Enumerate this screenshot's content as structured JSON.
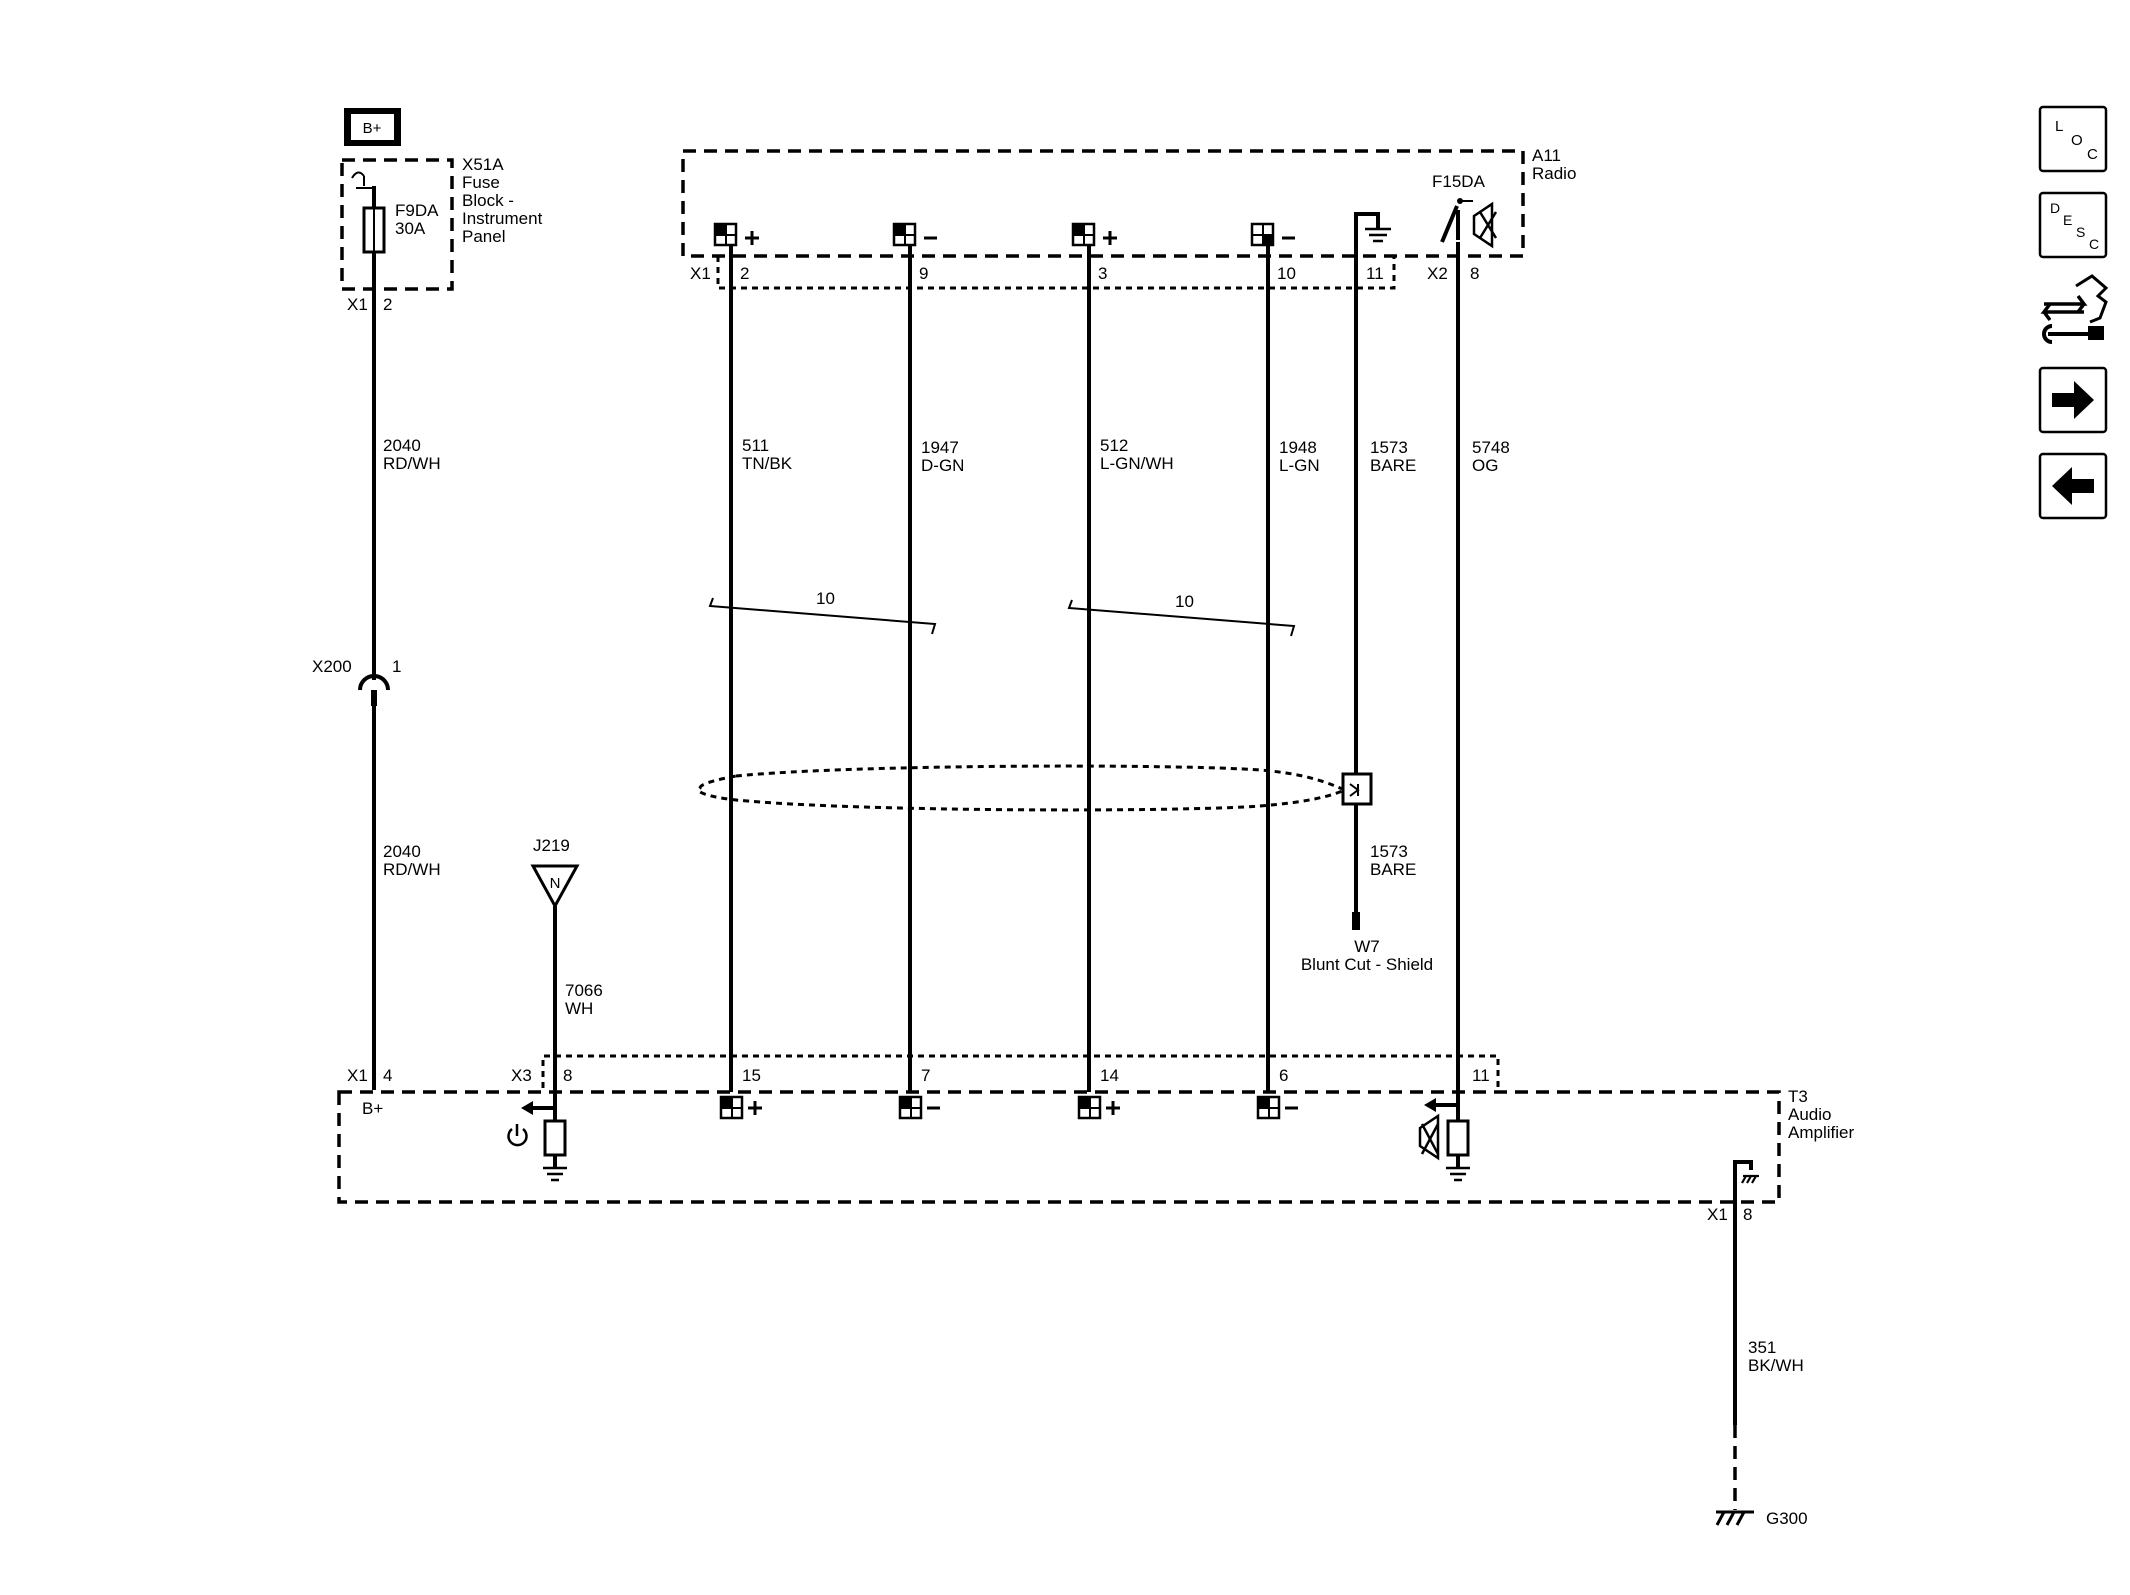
{
  "power": {
    "label": "B+"
  },
  "fuse_block": {
    "lines": [
      "X51A",
      "Fuse",
      "Block -",
      "Instrument",
      "Panel"
    ],
    "fuse_lines": [
      "F9DA",
      "30A"
    ],
    "connector": "X1",
    "pin": "2"
  },
  "radio": {
    "lines": [
      "A11",
      "Radio"
    ],
    "fuse": "F15DA",
    "connector_x1": "X1",
    "connector_x2": "X2",
    "pins": [
      "2",
      "9",
      "3",
      "10",
      "11",
      "8"
    ]
  },
  "wires": [
    {
      "circuit": "2040",
      "color": "RD/WH"
    },
    {
      "circuit": "511",
      "color": "TN/BK"
    },
    {
      "circuit": "1947",
      "color": "D-GN"
    },
    {
      "circuit": "512",
      "color": "L-GN/WH"
    },
    {
      "circuit": "1948",
      "color": "L-GN"
    },
    {
      "circuit": "1573",
      "color": "BARE"
    },
    {
      "circuit": "5748",
      "color": "OG"
    },
    {
      "circuit": "2040",
      "color": "RD/WH"
    },
    {
      "circuit": "7066",
      "color": "WH"
    },
    {
      "circuit": "1573",
      "color": "BARE"
    },
    {
      "circuit": "351",
      "color": "BK/WH"
    }
  ],
  "twist_labels": [
    "10",
    "10"
  ],
  "inline_connector": {
    "name": "X200",
    "pin": "1"
  },
  "splice": {
    "name": "J219",
    "symbol": "N"
  },
  "shield": {
    "lines": [
      "W7",
      "Blunt Cut - Shield"
    ]
  },
  "amplifier": {
    "lines": [
      "T3",
      "Audio",
      "Amplifier"
    ],
    "connector_x1": "X1",
    "pin_x1": "4",
    "power_label": "B+",
    "connector_x3": "X3",
    "pins": [
      "8",
      "15",
      "7",
      "14",
      "6",
      "11"
    ],
    "ground_connector": "X1",
    "ground_pin": "8"
  },
  "ground": {
    "name": "G300"
  },
  "nav": {
    "loc_letters": [
      "L",
      "O",
      "C"
    ],
    "desc_letters": [
      "D",
      "E",
      "S",
      "C"
    ],
    "buttons": [
      "loc-icon",
      "desc-icon",
      "component-swap-icon",
      "arrow-right-icon",
      "arrow-left-icon"
    ]
  }
}
